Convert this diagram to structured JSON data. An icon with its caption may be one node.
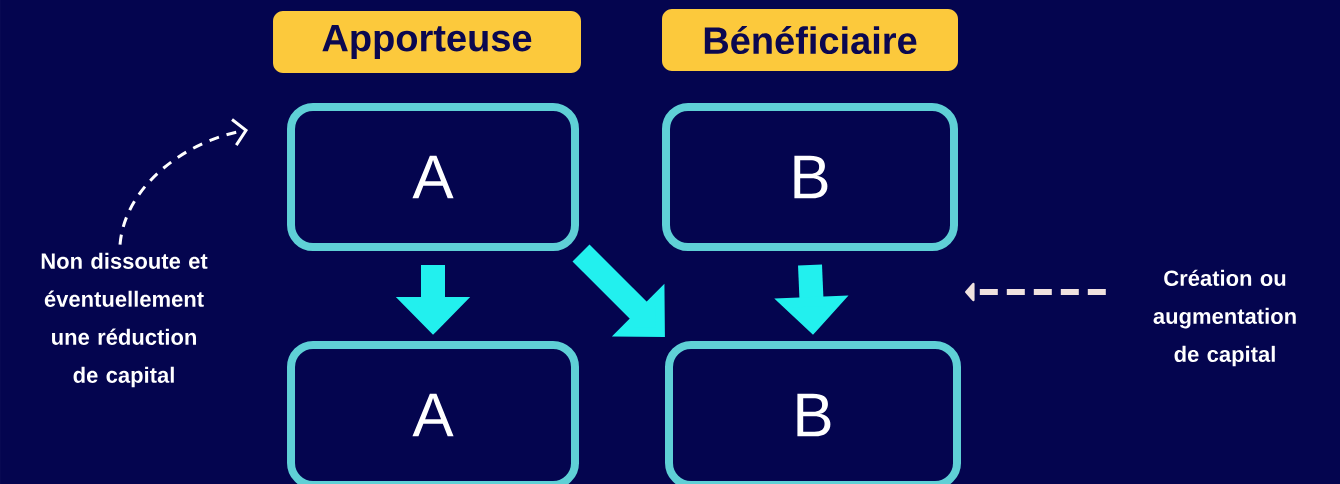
{
  "diagram": {
    "nodes": [
      {
        "text": [
          "Apporteuse"
        ]
      },
      {
        "text": [
          "Bénéficiaire"
        ]
      },
      {
        "text": [
          "A"
        ]
      },
      {
        "text": [
          "B"
        ]
      },
      {
        "text": [
          "A"
        ]
      },
      {
        "text": [
          "B"
        ]
      },
      {
        "text": [
          "Non dissoute et éventuellement une réduction de capital"
        ]
      },
      {
        "text": [
          "Création ou augmentation de capital"
        ]
      }
    ],
    "edges": [
      {
        "from": 2,
        "to": 4,
        "arrow": "to",
        "color": "#22f0ee"
      },
      {
        "from": 2,
        "to": 5,
        "arrow": "to",
        "color": "#22f0ee"
      },
      {
        "from": 3,
        "to": 5,
        "arrow": "to",
        "color": "#22f0ee"
      },
      {
        "from": 6,
        "to": 2,
        "arrow": "to",
        "style": "dashed",
        "color": "#ffffff"
      },
      {
        "from": 7,
        "to": null,
        "arrow": "to",
        "style": "dashed",
        "color": "#f0e2df"
      }
    ]
  }
}
